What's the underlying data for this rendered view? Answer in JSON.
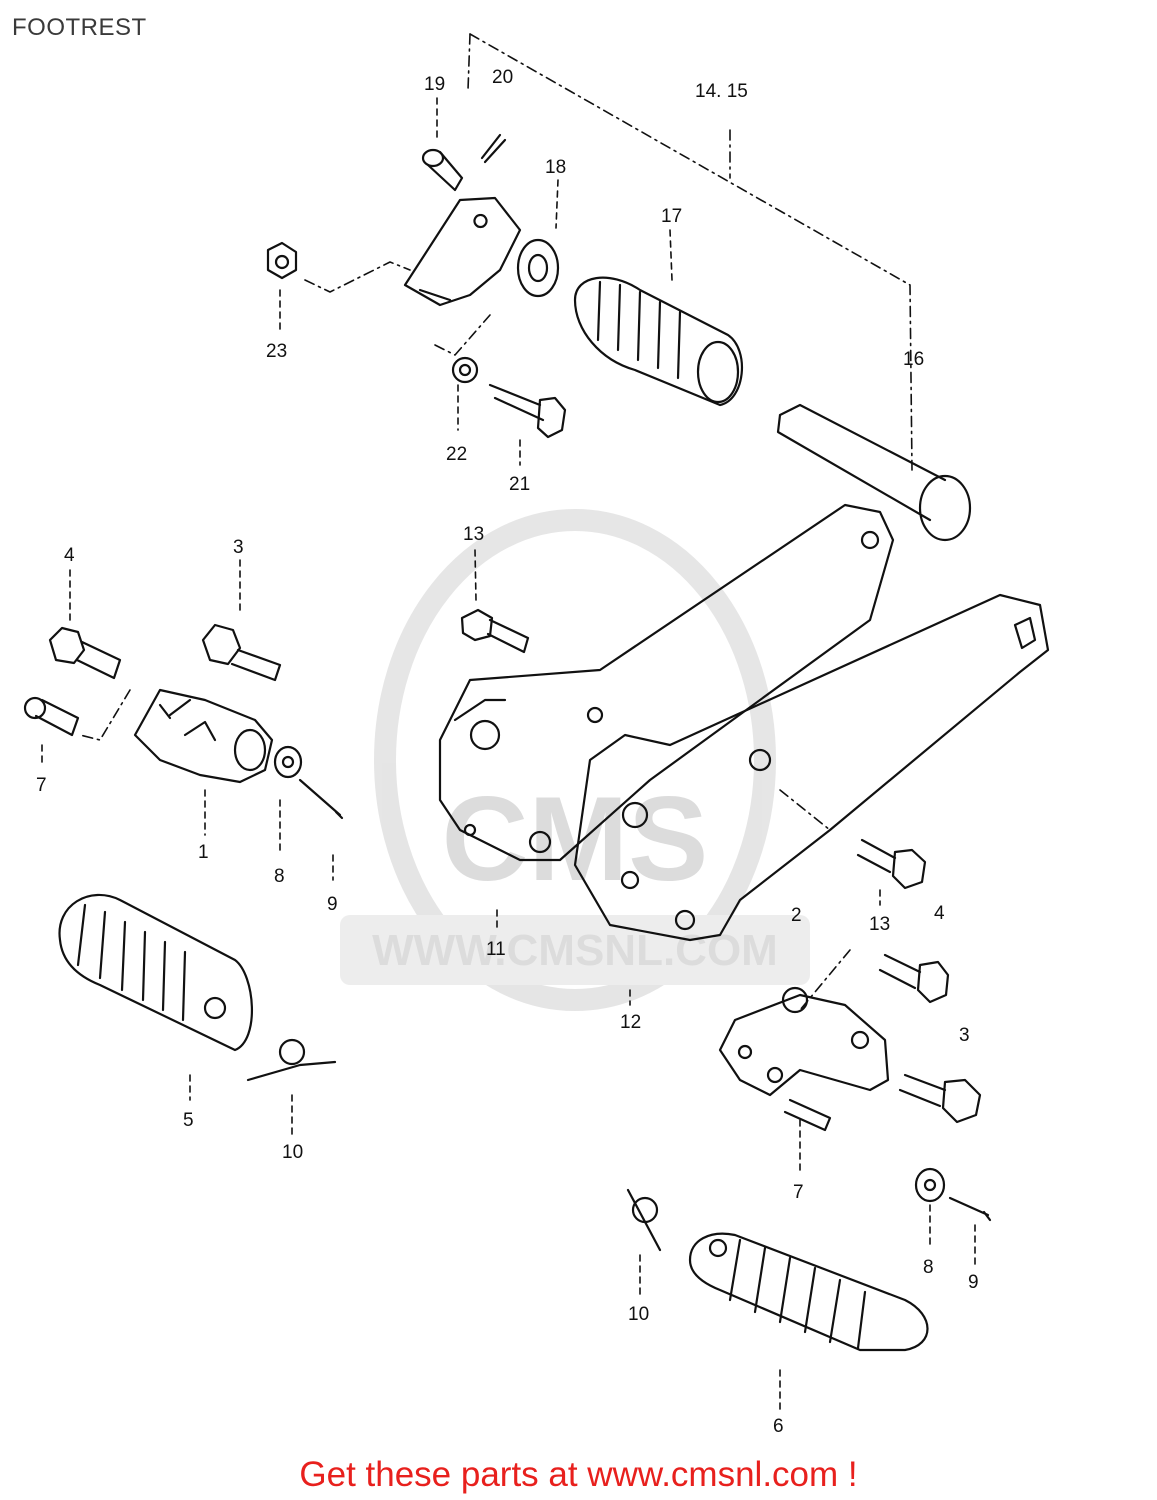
{
  "title": "FOOTREST",
  "watermark": {
    "site": "WWW.CMSNL.COM",
    "logo": "CMS"
  },
  "footer": {
    "link_text": "Get these parts at www.cmsnl.com !",
    "color": "#e8201d"
  },
  "parts": [
    {
      "callout": "1"
    },
    {
      "callout": "2"
    },
    {
      "callout": "3"
    },
    {
      "callout": "3"
    },
    {
      "callout": "4"
    },
    {
      "callout": "4"
    },
    {
      "callout": "5"
    },
    {
      "callout": "6"
    },
    {
      "callout": "7"
    },
    {
      "callout": "7"
    },
    {
      "callout": "8"
    },
    {
      "callout": "8"
    },
    {
      "callout": "9"
    },
    {
      "callout": "9"
    },
    {
      "callout": "10"
    },
    {
      "callout": "10"
    },
    {
      "callout": "11"
    },
    {
      "callout": "12"
    },
    {
      "callout": "13"
    },
    {
      "callout": "13"
    },
    {
      "callout": "14. 15"
    },
    {
      "callout": "16"
    },
    {
      "callout": "17"
    },
    {
      "callout": "18"
    },
    {
      "callout": "19"
    },
    {
      "callout": "20"
    },
    {
      "callout": "21"
    },
    {
      "callout": "22"
    },
    {
      "callout": "23"
    }
  ]
}
